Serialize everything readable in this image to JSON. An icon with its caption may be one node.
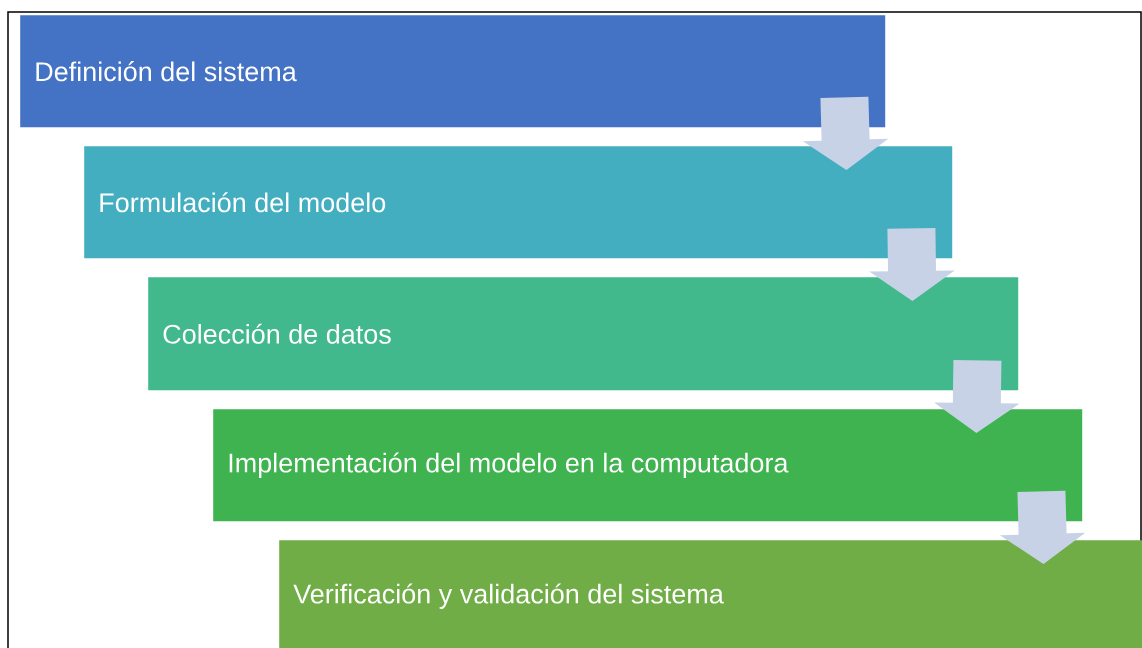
{
  "diagram": {
    "nodes": [
      {
        "text": [
          "Definición del sistema"
        ]
      },
      {
        "text": [
          "Formulación del modelo"
        ]
      },
      {
        "text": [
          "Colección de datos"
        ]
      },
      {
        "text": [
          "Implementación del modelo en la computadora"
        ]
      },
      {
        "text": [
          "Verificación y validación del sistema"
        ]
      }
    ],
    "edges": [
      {
        "from": 0,
        "to": 1,
        "arrow": "to"
      },
      {
        "from": 1,
        "to": 2,
        "arrow": "to"
      },
      {
        "from": 2,
        "to": 3,
        "arrow": "to"
      },
      {
        "from": 3,
        "to": 4,
        "arrow": "to"
      }
    ]
  }
}
